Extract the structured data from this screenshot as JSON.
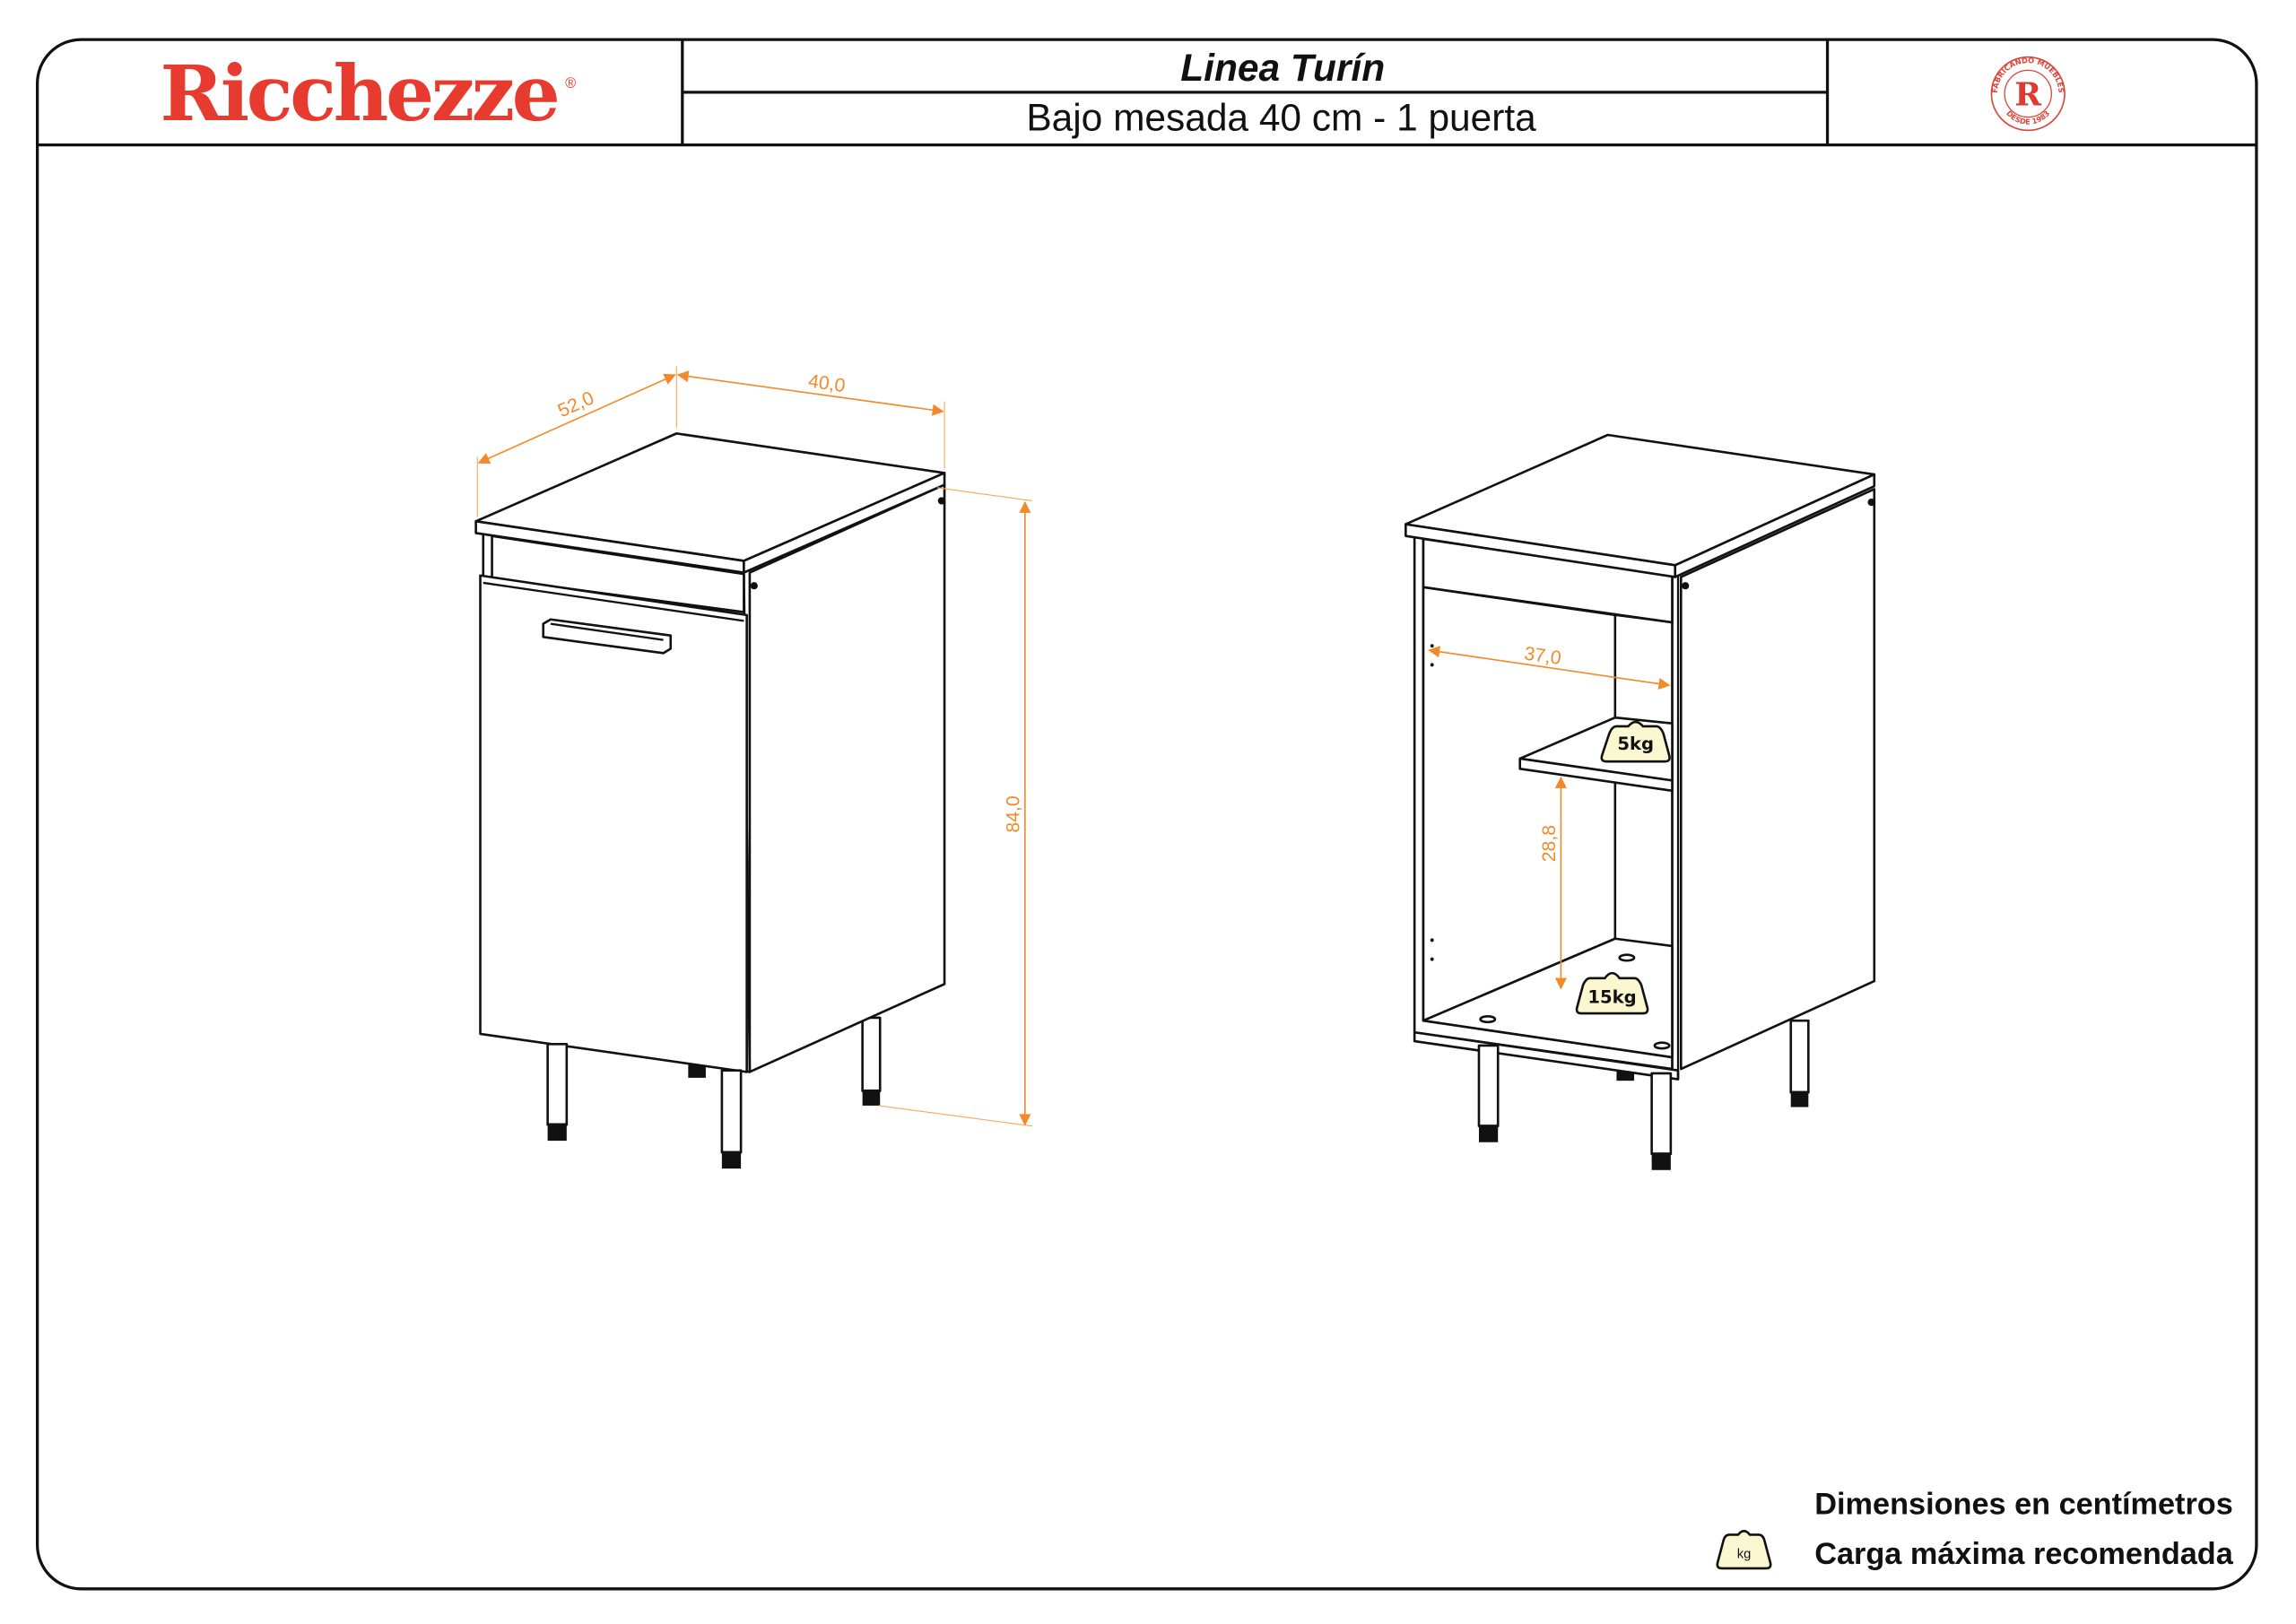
{
  "header": {
    "brand": "Ricchezze",
    "brand_mark": "®",
    "line_title": "Linea Turín",
    "product_title": "Bajo mesada 40 cm - 1 puerta",
    "seal": {
      "top_text": "FABRICANDO MUEBLES",
      "letter": "R",
      "bottom_text": "DESDE 1983"
    }
  },
  "colors": {
    "brand": "#e63b2e",
    "dimension": "#f28a2a",
    "weight_fill": "#fbf7d0"
  },
  "closed_view": {
    "dimensions": {
      "depth": "52,0",
      "width": "40,0",
      "height": "84,0"
    }
  },
  "open_view": {
    "dimensions": {
      "inner_width": "37,0",
      "shelf_height": "28,8"
    },
    "loads": {
      "shelf": "5kg",
      "floor": "15kg"
    }
  },
  "legend": {
    "units_note": "Dimensiones en centímetros",
    "weight_icon_label": "kg",
    "load_note": "Carga máxima recomendada"
  }
}
